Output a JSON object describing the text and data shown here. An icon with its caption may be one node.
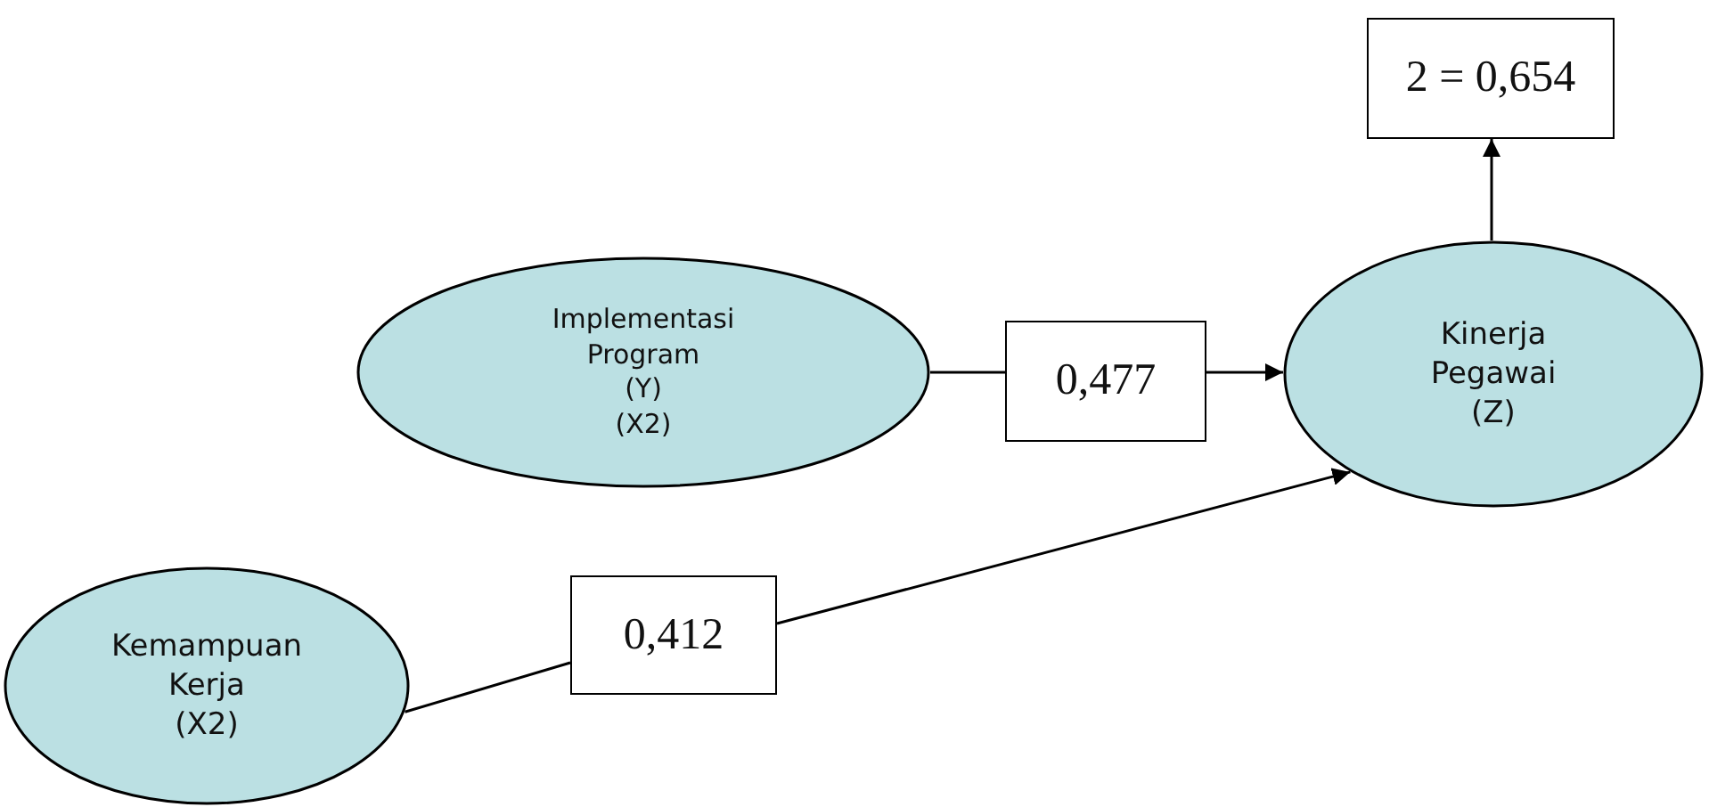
{
  "diagram": {
    "nodes": [
      {
        "text": [
          "2 = 0,654"
        ]
      },
      {
        "text": [
          "Implementasi Program",
          "(Y)",
          "(X2)"
        ]
      },
      {
        "text": [
          "0,477"
        ]
      },
      {
        "text": [
          "Kinerja Pegawai",
          "(Z)"
        ]
      },
      {
        "text": [
          "Kemampuan Kerja",
          "(X2)"
        ]
      },
      {
        "text": [
          "0,412"
        ]
      }
    ],
    "edges": [
      {
        "from": 1,
        "to": 2,
        "arrow": "none"
      },
      {
        "from": 2,
        "to": 3,
        "arrow": "to"
      },
      {
        "from": 4,
        "to": 5,
        "arrow": "none"
      },
      {
        "from": 5,
        "to": 3,
        "arrow": "to"
      },
      {
        "from": 3,
        "to": 0,
        "arrow": "to"
      }
    ]
  }
}
